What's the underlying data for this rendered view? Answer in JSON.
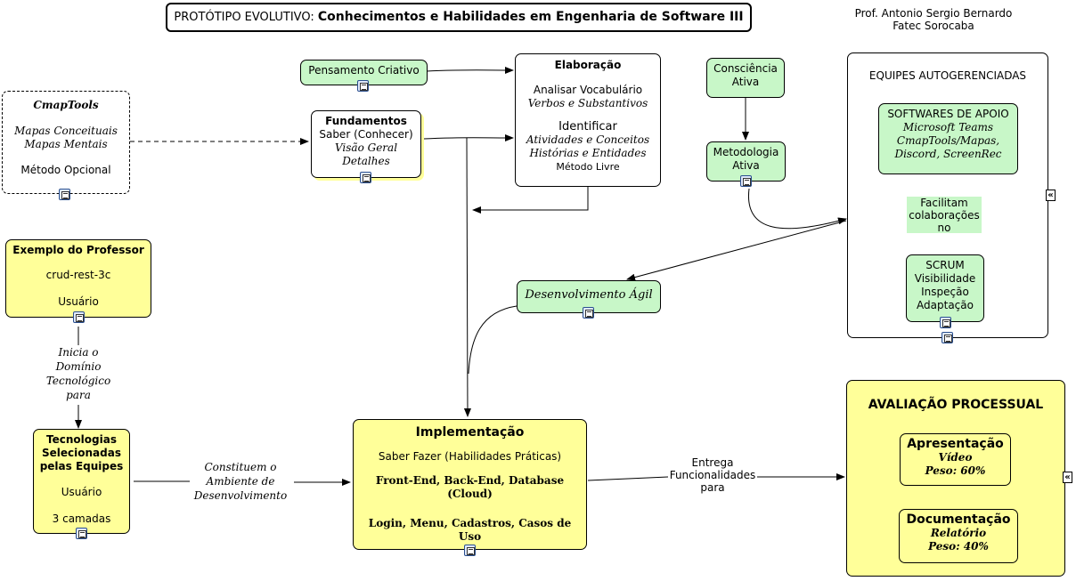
{
  "title": {
    "prefix": "PROTÓTIPO EVOLUTIVO:",
    "main": "Conhecimentos e Habilidades em Engenharia de Software III"
  },
  "author": {
    "line1": "Prof. Antonio Sergio Bernardo",
    "line2": "Fatec Sorocaba"
  },
  "nodes": {
    "pensamento": {
      "label": "Pensamento Criativo"
    },
    "cmaptools": {
      "title": "CmapTools",
      "line1": "Mapas Conceituais",
      "line2": "Mapas Mentais",
      "line3": "Método Opcional"
    },
    "fundamentos": {
      "title": "Fundamentos",
      "line1": "Saber (Conhecer)",
      "line2": "Visão Geral",
      "line3": "Detalhes"
    },
    "elaboracao": {
      "title": "Elaboração",
      "line1": "Analisar Vocabulário",
      "line2": "Verbos e Substantivos",
      "line3": "Identificar",
      "line4": "Atividades e Conceitos",
      "line5": "Histórias e Entidades",
      "line6": "Método Livre"
    },
    "consciencia": {
      "line1": "Consciência",
      "line2": "Ativa"
    },
    "metodologia": {
      "line1": "Metodologia",
      "line2": "Ativa"
    },
    "equipes": {
      "title": "EQUIPES AUTOGERENCIADAS"
    },
    "softwares": {
      "title": "SOFTWARES DE APOIO",
      "line1": "Microsoft Teams",
      "line2": "CmapTools/Mapas,",
      "line3": "Discord, ScreenRec"
    },
    "facilitam": {
      "line1": "Facilitam",
      "line2": "colaborações",
      "line3": "no"
    },
    "scrum": {
      "line1": "SCRUM",
      "line2": "Visibilidade",
      "line3": "Inspeção",
      "line4": "Adaptação"
    },
    "exemplo": {
      "title": "Exemplo do Professor",
      "line1": "crud-rest-3c",
      "line2": "Usuário"
    },
    "desenvolvimento": {
      "label": "Desenvolvimento Ágil"
    },
    "tecnologias": {
      "line1": "Tecnologias",
      "line2": "Selecionadas",
      "line3": "pelas Equipes",
      "line4": "Usuário",
      "line5": "3 camadas"
    },
    "implementacao": {
      "title": "Implementação",
      "line1": "Saber Fazer (Habilidades Práticas)",
      "line2": "Front-End, Back-End, Database",
      "line3": "(Cloud)",
      "line4": "Login, Menu, Cadastros, Casos de Uso"
    },
    "avaliacao": {
      "title": "AVALIAÇÃO PROCESSUAL"
    },
    "apresentacao": {
      "title": "Apresentação",
      "line1": "Vídeo",
      "line2": "Peso: 60%"
    },
    "documentacao": {
      "title": "Documentação",
      "line1": "Relatório",
      "line2": "Peso: 40%"
    }
  },
  "links": {
    "inicia": {
      "line1": "Inicia o",
      "line2": "Domínio",
      "line3": "Tecnológico",
      "line4": "para"
    },
    "constituem": {
      "line1": "Constituem o",
      "line2": "Ambiente de",
      "line3": "Desenvolvimento"
    },
    "entrega": {
      "line1": "Entrega",
      "line2": "Funcionalidades",
      "line3": "para"
    }
  },
  "icons": {
    "document": "document-icon",
    "collapse": "collapse-icon",
    "hierarchy": "hierarchy-icon"
  },
  "colors": {
    "green_node": "#c8f7c8",
    "yellow_node": "#ffff99",
    "white_node": "#ffffff",
    "line": "#000000"
  }
}
